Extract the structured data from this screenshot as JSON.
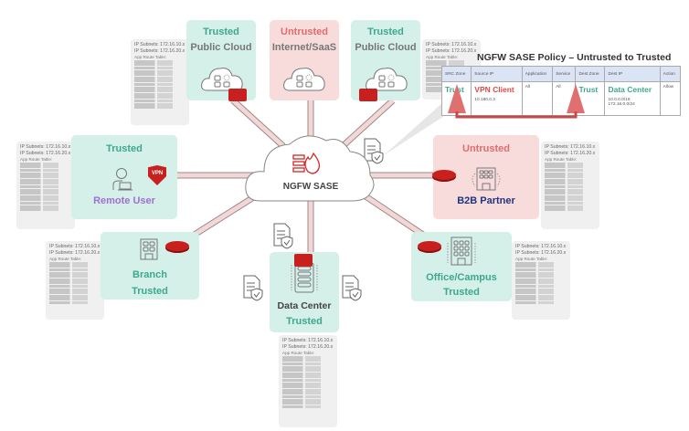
{
  "hub": {
    "label": "NGFW SASE"
  },
  "zones": {
    "public_cloud_1": {
      "trust": "Trusted",
      "name": "Public Cloud"
    },
    "internet_saas": {
      "trust": "Untrusted",
      "name": "Internet/SaaS"
    },
    "public_cloud_2": {
      "trust": "Trusted",
      "name": "Public Cloud"
    },
    "remote_user": {
      "trust": "Trusted",
      "name": "Remote User",
      "badge": "VPN"
    },
    "b2b_partner": {
      "trust": "Untrusted",
      "name": "B2B Partner"
    },
    "branch": {
      "trust": "Trusted",
      "name": "Branch"
    },
    "data_center": {
      "trust": "Trusted",
      "name": "Data Center"
    },
    "office_campus": {
      "trust": "Trusted",
      "name": "Office/Campus"
    }
  },
  "ip_table": {
    "line1": "IP Subnets: 172.16.10.x",
    "line2": "IP Subnets: 172.16.20.x",
    "route_header": "App Route Table:"
  },
  "policy": {
    "title": "NGFW SASE Policy – Untrusted to Trusted",
    "headers": [
      "SRC Zone",
      "Source IP",
      "Application",
      "Service",
      "Dest Zone",
      "Dest IP",
      "Action"
    ],
    "row": {
      "src_zone": "Trust",
      "source_ip_name": "VPN Client",
      "source_ip": "10.180.0.3",
      "application": "All",
      "service": "All",
      "dest_zone": "Trust",
      "dest_ip_name": "Data Center",
      "dest_ip_1": "10.0.0.0/16",
      "dest_ip_2": "172.16.0.0/24",
      "action": "Allow"
    }
  },
  "colors": {
    "trusted_bg": "#d5efe9",
    "untrusted_bg": "#f8dcdc",
    "trusted_text": "#3da88e",
    "untrusted_text": "#e06c6c",
    "accent_red": "#c8201f",
    "link": "#f3d6d6"
  }
}
